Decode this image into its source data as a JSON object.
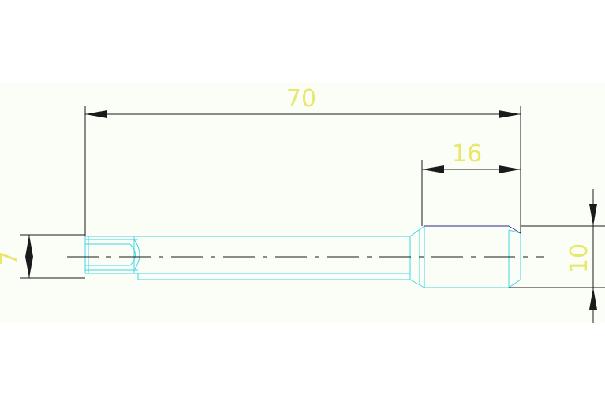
{
  "drawing": {
    "background": "#fbfdf7",
    "colors": {
      "dimension_line": "#1a1a1a",
      "dimension_text": "#e8e86a",
      "part_outline": "#3fd6e6",
      "part_edge_dark": "#2a2a88",
      "centerline": "#1a1a1a"
    },
    "dimensions": {
      "overall_length": "70",
      "head_length": "16",
      "shank_diameter": "7",
      "head_diameter": "10"
    }
  }
}
